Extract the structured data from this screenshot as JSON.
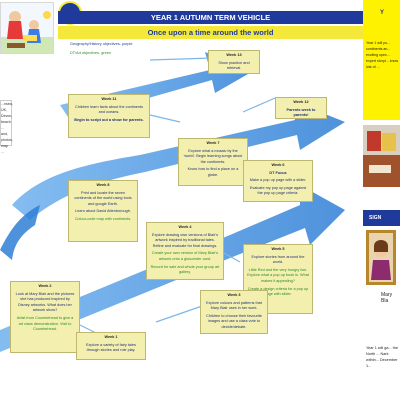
{
  "header": {
    "title": "YEAR 1 AUTUMN TERM VEHICLE",
    "subtitle": "Once upon a time around the world"
  },
  "objectives": {
    "line1": "Geography/History objectives- purple",
    "line2": "DT/Art objectives- green"
  },
  "left_strip": {
    "text": "...nsea, UK, Devon, beach ... and, photos, map ..."
  },
  "weeks": {
    "week13": {
      "label": "Week 13",
      "text": "Show practice and retrieval."
    },
    "week12": {
      "label": "Week 12",
      "text": "Parents week to parents!"
    },
    "week11": {
      "label": "Week 11",
      "text": "Children learn facts about the continents and oceans.",
      "bold": "Begin to script out a show for parents."
    },
    "week7": {
      "label": "Week 7",
      "text": "Explore what a mosaic by the 'world'. Begin learning songs about the continents.",
      "extra": "Know how to find a place on a globe."
    },
    "week8": {
      "label": "Week 8",
      "text": "Print and locate the seven continents of the world using tools and google Earth.",
      "extra": "Learn about David Attenborough.",
      "green": "Colour-code map with continents."
    },
    "week6": {
      "label": "Week 6",
      "text": "DT Focus",
      "extra": "Make a pop up page with a slider.",
      "extra2": "Evaluate my pop up page against the pop up page criteria."
    },
    "week4": {
      "label": "Week 4",
      "text": "Explore drawing own versions of Blair's artwork inspired by traditional tales. Refine and evaluate for final drawings.",
      "green": "Create your own version of Mary Blair's artwork onto a gloucester card.",
      "green2": "Record for sale and whole your group art gallery."
    },
    "week5": {
      "label": "Week 5",
      "text": "Explore stories from around the world.",
      "green": "Little Red and the very hungry lion. Explore what a pop up book is. What makes it appealing?",
      "green2": "Create a design criteria for a pop up page with slider."
    },
    "week2": {
      "label": "Week 2",
      "text": "Look at Mary Blair and the pictures she has produced inspired by Disney artworks. What does her artwork show?",
      "green": "Artist from Coombehead to give a art class demonstration. Visit to Coombehead."
    },
    "week3": {
      "label": "Week 3",
      "text": "Explore colours and patterns that Mary Blair uses in her work.",
      "extra": "Children to choose their favourite images and use a class vote to decide/debate."
    },
    "week1": {
      "label": "Week 1",
      "text": "Explore a variety of fairy tales through stories and role play."
    }
  },
  "right_panel": {
    "title": "Y",
    "text": "Year 1 will pu... continents an... exciting spec... expert storyt... know lots of ...",
    "signature_label": "SIGN",
    "person_caption": "Mary Bla",
    "bottom_text": "Year 1 will ga... the North ... Nark within... December 1..."
  },
  "colors": {
    "navy": "#1f3a9a",
    "yellow": "#f4e93a",
    "arrow_blue": "#2f7fd6",
    "card": "#f3efae",
    "green_text": "#2a8a2a"
  }
}
